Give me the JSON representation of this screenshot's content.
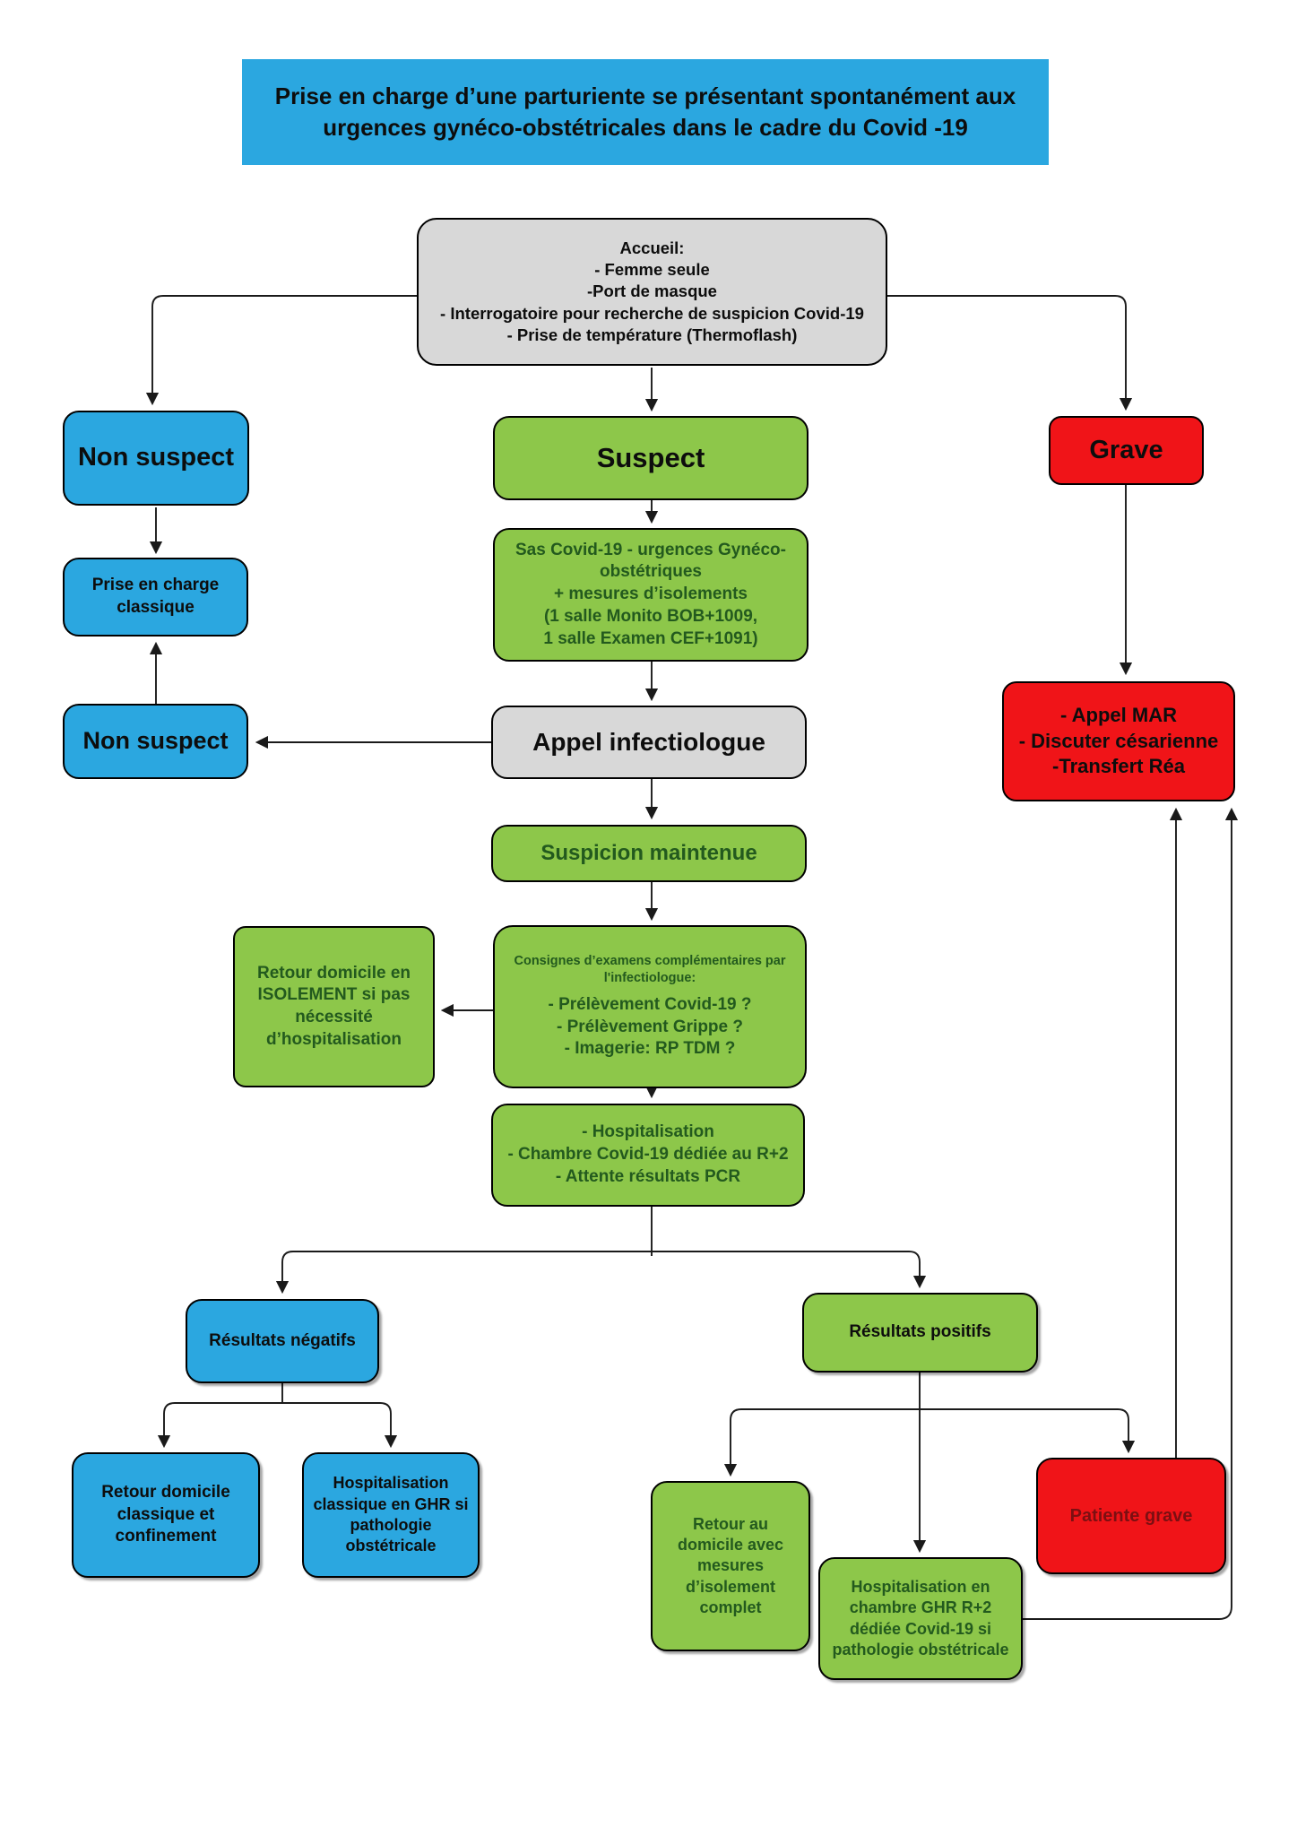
{
  "title": {
    "text": "Prise en charge d’une parturiente se présentant spontanément aux\nurgences gynéco-obstétricales dans le cadre du Covid -19"
  },
  "nodes": {
    "accueil": {
      "label": "Accueil:\n- Femme seule\n-Port de masque\n- Interrogatoire pour recherche de suspicion Covid-19\n- Prise de température (Thermoflash)"
    },
    "non_suspect_1": {
      "label": "Non suspect"
    },
    "suspect": {
      "label": "Suspect"
    },
    "grave": {
      "label": "Grave"
    },
    "prise_classique": {
      "label": "Prise en charge\nclassique"
    },
    "sas": {
      "label": "Sas Covid-19 - urgences Gynéco-\nobstétriques\n+ mesures d’isolements\n(1 salle Monito BOB+1009,\n1 salle Examen CEF+1091)"
    },
    "non_suspect_2": {
      "label": "Non suspect"
    },
    "appel_infectiologue": {
      "label": "Appel infectiologue"
    },
    "appel_mar": {
      "label": "- Appel MAR\n- Discuter césarienne\n-Transfert Réa"
    },
    "suspicion_maintenue": {
      "label": "Suspicion maintenue"
    },
    "retour_isolement": {
      "label": "Retour domicile en\nISOLEMENT si pas\nnécessité\nd’hospitalisation"
    },
    "consignes": {
      "header": "Consignes d’examens complémentaires par\nl'infectiologue:",
      "items": "- Prélèvement Covid-19 ?\n- Prélèvement Grippe ?\n- Imagerie: RP TDM ?"
    },
    "hospitalisation": {
      "label": "- Hospitalisation\n- Chambre Covid-19 dédiée au R+2\n- Attente résultats PCR"
    },
    "resultats_negatifs": {
      "label": "Résultats négatifs"
    },
    "resultats_positifs": {
      "label": "Résultats positifs"
    },
    "retour_confinement": {
      "label": "Retour domicile\nclassique et\nconfinement"
    },
    "hosp_ghr_classique": {
      "label": "Hospitalisation\nclassique en GHR si\npathologie\nobstétricale"
    },
    "retour_domicile_complet": {
      "label": "Retour au\ndomicile avec\nmesures\nd’isolement\ncomplet"
    },
    "hosp_ghr_covid": {
      "label": "Hospitalisation en\nchambre GHR R+2\ndédiée Covid-19 si\npathologie obstétricale"
    },
    "patiente_grave": {
      "label": "Patiente grave"
    }
  },
  "colors": {
    "blue": "#2BA7E0",
    "green": "#8DC74A",
    "red": "#F01418",
    "gray": "#D8D8D8",
    "green_text": "#235A1E",
    "red_text": "#7C0F12",
    "line": "#1A1A1A"
  }
}
